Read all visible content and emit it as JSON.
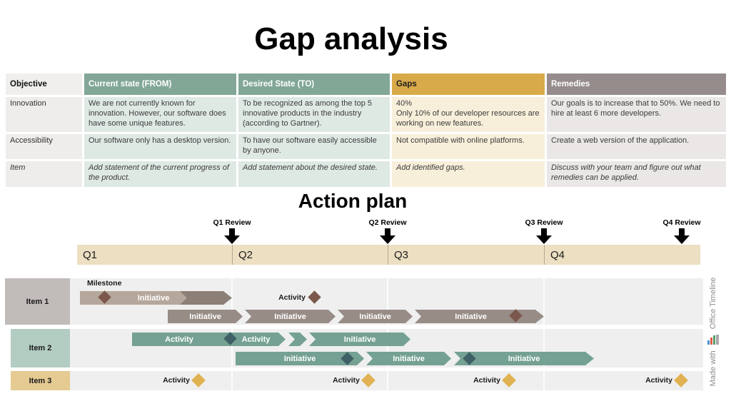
{
  "slide": {
    "title": "Gap analysis"
  },
  "table": {
    "columns": [
      "Objective",
      "Current state (FROM)",
      "Desired State (TO)",
      "Gaps",
      "Remedies"
    ],
    "rows": [
      {
        "cells": [
          "Innovation",
          "We are not currently known for innovation.  However, our software does have some unique features.",
          "To be recognized as among the top 5 innovative products in the industry (according to Gartner).",
          "40%\nOnly 10% of our developer resources are working on new features.",
          "Our goals is to increase that to 50%. We need to hire at least 6 more developers."
        ]
      },
      {
        "cells": [
          "Accessibility",
          "Our software only has a desktop version.",
          "To have our software easily accessible by anyone.",
          "Not compatible with online platforms.",
          "Create a web version of the application."
        ]
      },
      {
        "cells": [
          "Item",
          "Add statement of the current progress of the product.",
          "Add statement about the desired state.",
          "Add identified gaps.",
          "Discuss with your team and figure out what remedies can be applied."
        ]
      }
    ]
  },
  "action_plan": {
    "title": "Action plan",
    "quarters": [
      "Q1",
      "Q2",
      "Q3",
      "Q4"
    ],
    "reviews": [
      "Q1 Review",
      "Q2 Review",
      "Q3 Review",
      "Q4 Review"
    ],
    "items": [
      "Item 1",
      "Item 2",
      "Item 3"
    ],
    "item1": {
      "milestone_label": "Milestone",
      "bar1_label": "Initiative",
      "activity_label": "Activity",
      "bar2_segments": [
        "Initiative",
        "Initiative",
        "Initiative",
        "Initiative"
      ]
    },
    "item2": {
      "row1_segments": [
        "Activity",
        "Activity",
        "Initiative"
      ],
      "row2_segments": [
        "Initiative",
        "Initiative",
        "Initiative"
      ]
    },
    "item3": {
      "milestones": [
        "Activity",
        "Activity",
        "Activity",
        "Activity"
      ]
    }
  },
  "watermark": {
    "prefix": "Made with",
    "brand": "Office Timeline"
  },
  "colors": {
    "header_sage": "#82a796",
    "header_gold": "#d9aa4a",
    "header_taupe": "#968c8c",
    "cell_green": "#dfe9e4",
    "cell_cream": "#f8efda",
    "cell_gray": "#eae7e6",
    "quarter_band": "#ecdfc2",
    "item1_bar_light": "#b5a79c",
    "item1_bar_dark": "#8c7f75",
    "item1_bar": "#988c87",
    "item1_diamond": "#7b584b",
    "item2_bar": "#74a193",
    "item2_diamond": "#3f6066",
    "item3_diamond": "#e0b251",
    "item1_label_bg": "#c1bcba",
    "item2_label_bg": "#b2ccc2",
    "item3_label_bg": "#e5cb92",
    "row_band": "#efefef"
  }
}
